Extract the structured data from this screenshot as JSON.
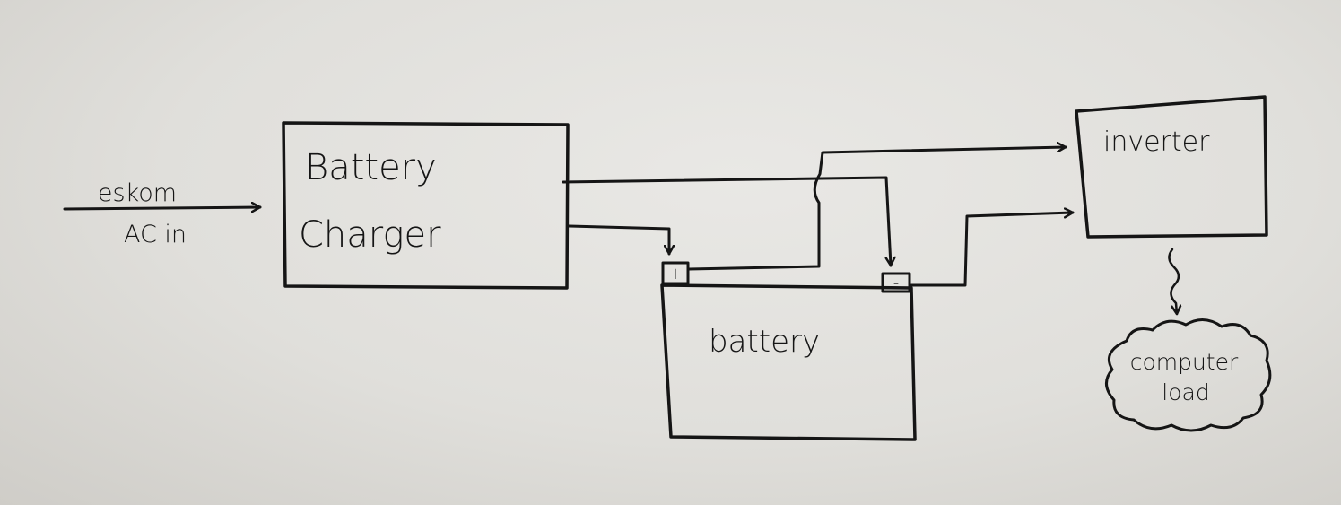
{
  "diagram": {
    "input": {
      "source": "eskom",
      "type": "AC in"
    },
    "charger": {
      "line1": "Battery",
      "line2": "Charger"
    },
    "battery": {
      "label": "battery",
      "positive": "+",
      "negative": "-"
    },
    "inverter": {
      "label": "inverter"
    },
    "load": {
      "line1": "computer",
      "line2": "load"
    }
  },
  "colors": {
    "ink": "#151515",
    "paper": "#e4e3e0"
  }
}
